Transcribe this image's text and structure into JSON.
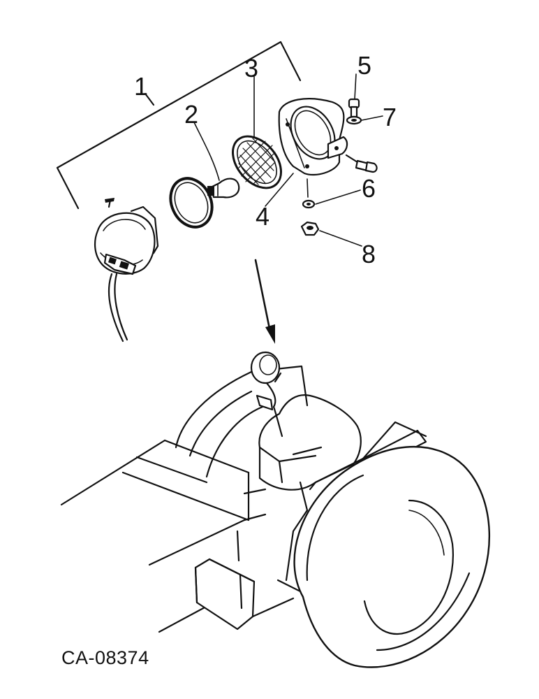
{
  "callouts": [
    {
      "id": "1",
      "label": "1"
    },
    {
      "id": "2",
      "label": "2"
    },
    {
      "id": "3",
      "label": "3"
    },
    {
      "id": "4",
      "label": "4"
    },
    {
      "id": "5",
      "label": "5"
    },
    {
      "id": "6",
      "label": "6"
    },
    {
      "id": "7",
      "label": "7"
    },
    {
      "id": "8",
      "label": "8"
    }
  ],
  "figure_code": "CA-08374",
  "colors": {
    "ink": "#111111",
    "paper": "#ffffff"
  }
}
